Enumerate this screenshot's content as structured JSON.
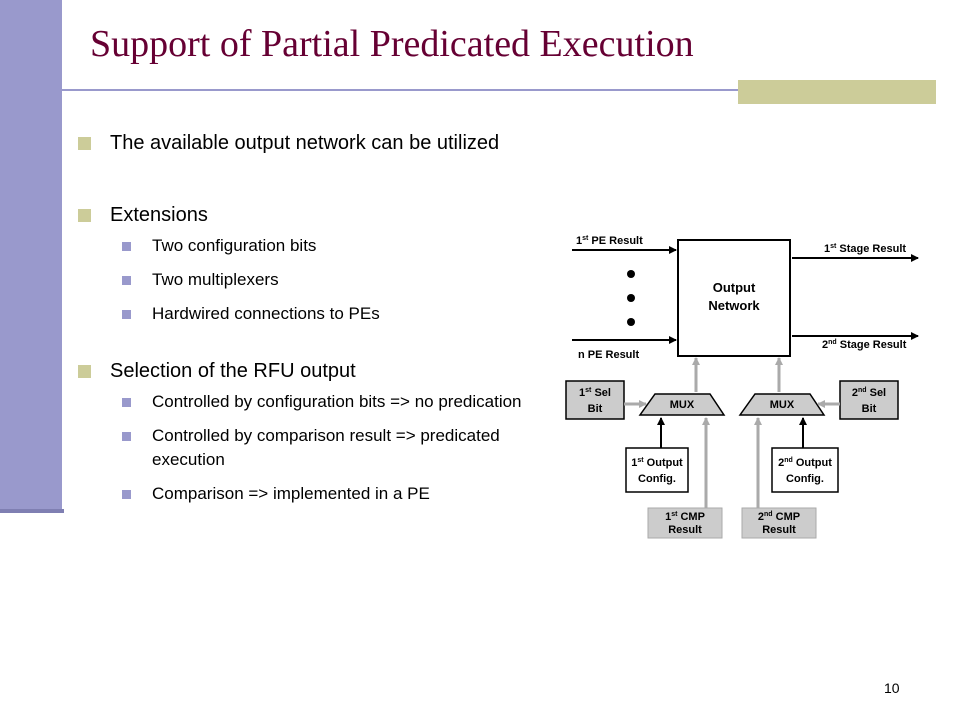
{
  "slide": {
    "title": "Support of Partial Predicated Execution",
    "page_number": "10"
  },
  "bullets": {
    "b1": "The available output network can be utilized",
    "b2": "Extensions",
    "b2_items": [
      "Two configuration bits",
      "Two multiplexers",
      "Hardwired connections to PEs"
    ],
    "b3": "Selection of the RFU output",
    "b3_items": [
      "Controlled by configuration bits => no predication",
      "Controlled by comparison result => predicated execution",
      "Comparison => implemented in a PE"
    ]
  },
  "diagram": {
    "pe_first_num": "1",
    "pe_first_sup": "st",
    "pe_first_rest": " PE Result",
    "pe_n": "n PE Result",
    "network_line1": "Output",
    "network_line2": "Network",
    "stage1_num": "1",
    "stage1_sup": "st",
    "stage1_rest": " Stage Result",
    "stage2_num": "2",
    "stage2_sup": "nd",
    "stage2_rest": " Stage Result",
    "mux_label": "MUX",
    "sel1_num": "1",
    "sel1_sup": "st",
    "sel1_rest": " Sel",
    "sel2_num": "2",
    "sel2_sup": "nd",
    "sel2_rest": " Sel",
    "bit": "Bit",
    "cfg1_num": "1",
    "cfg1_sup": "st",
    "cfg1_rest": " Output",
    "cfg2_num": "2",
    "cfg2_sup": "nd",
    "cfg2_rest": " Output",
    "config": "Config.",
    "cmp1_num": "1",
    "cmp1_sup": "st",
    "cmp1_rest": " CMP",
    "cmp2_num": "2",
    "cmp2_sup": "nd",
    "cmp2_rest": " CMP",
    "result": "Result"
  },
  "colors": {
    "title": "#660033",
    "sidebar": "#9999cc",
    "accent": "#cccc99",
    "box_fill": "#cccccc"
  }
}
